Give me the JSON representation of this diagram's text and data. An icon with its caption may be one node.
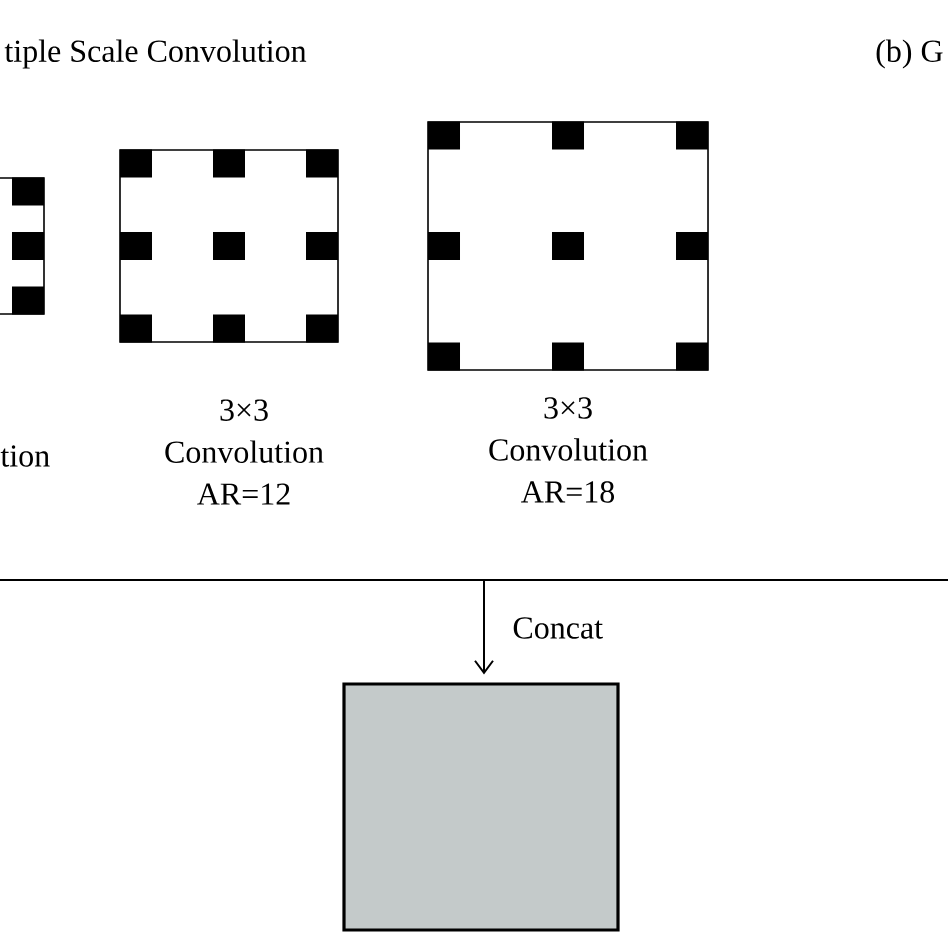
{
  "diagram": {
    "nodes": [
      {
        "text": [],
        "shape": "box"
      },
      {
        "text": [],
        "shape": "box",
        "beside": [
          "3×3 Convolution AR=12"
        ]
      },
      {
        "text": [],
        "shape": "box",
        "beside": [
          "3×3 Convolution AR=18"
        ]
      },
      {
        "text": [],
        "shape": "box"
      }
    ],
    "edges": [
      {
        "from": null,
        "to": 3,
        "arrow": "to",
        "label": "Concat"
      }
    ],
    "labels": [
      "tiple Scale Convolution",
      "(b) G",
      "tion"
    ]
  }
}
